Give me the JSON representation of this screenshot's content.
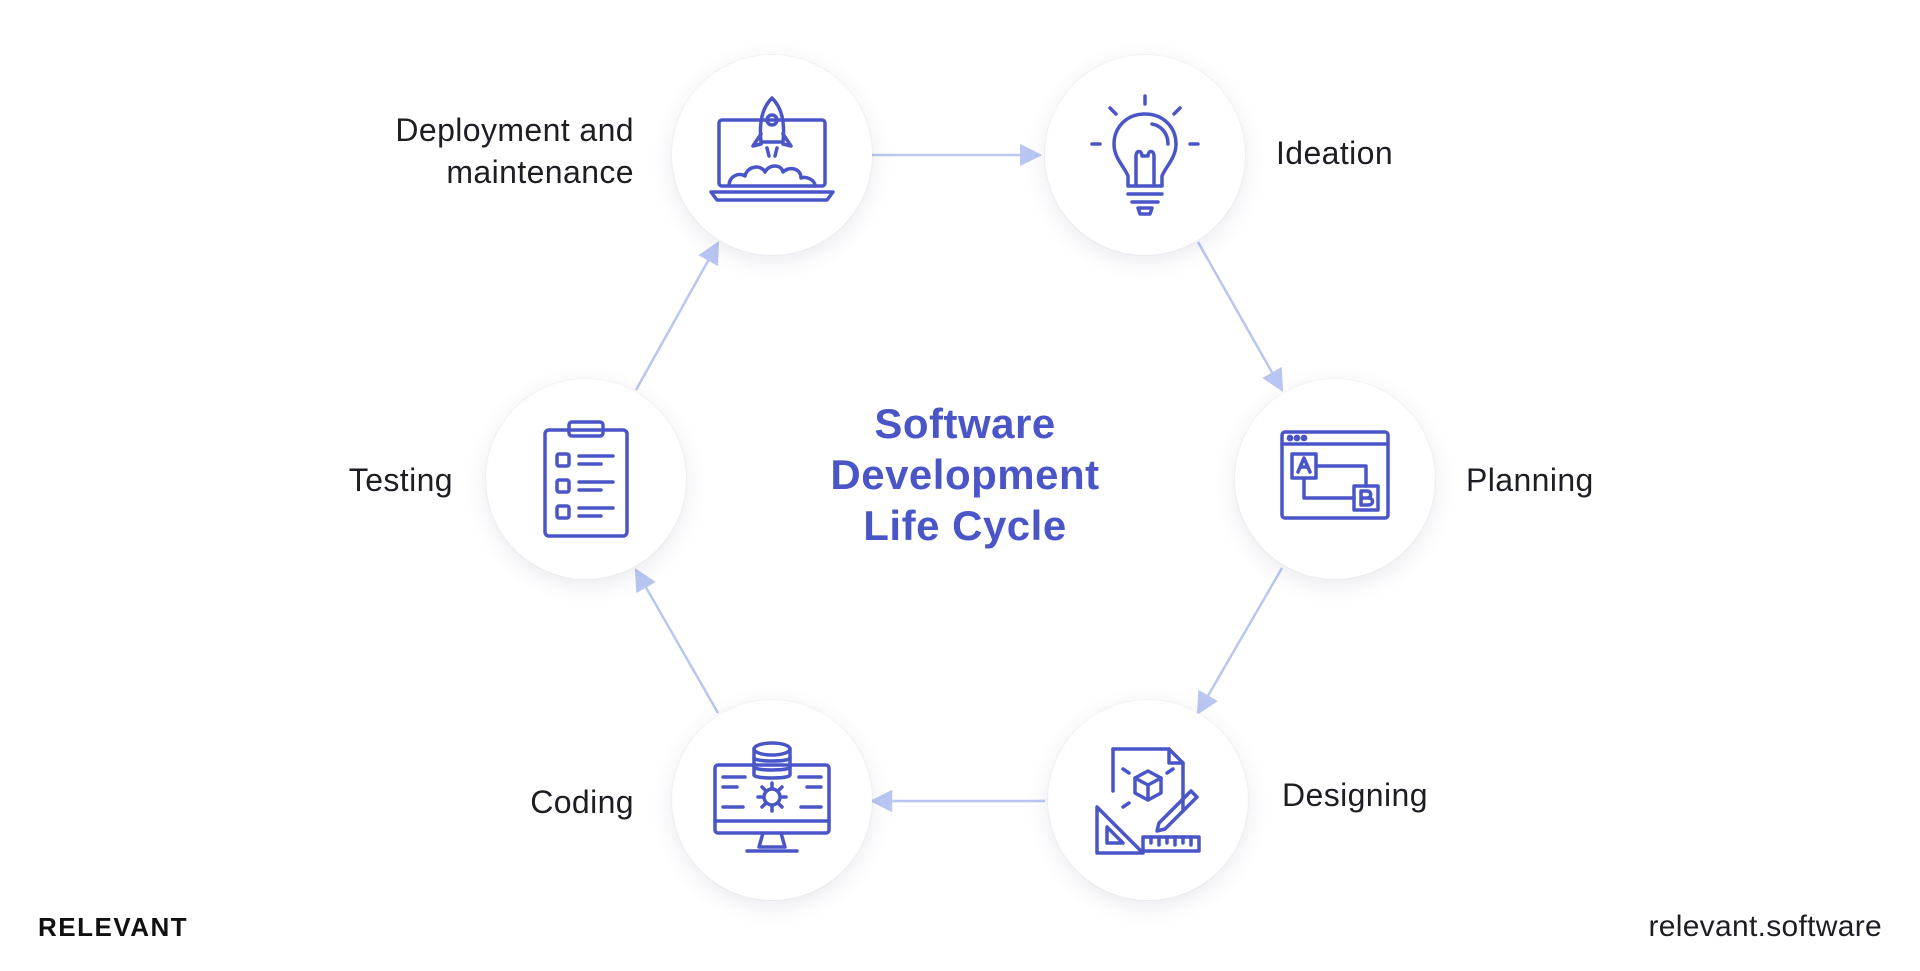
{
  "diagram": {
    "title_lines": [
      "Software",
      "Development",
      "Life Cycle"
    ],
    "accent_color": "#4a55c8",
    "connector_color": "#b9c6f2",
    "stages": [
      {
        "id": "ideation",
        "label_lines": [
          "Ideation"
        ],
        "icon": "lightbulb-icon"
      },
      {
        "id": "planning",
        "label_lines": [
          "Planning"
        ],
        "icon": "ab-flowchart-window-icon"
      },
      {
        "id": "designing",
        "label_lines": [
          "Designing"
        ],
        "icon": "design-tools-icon"
      },
      {
        "id": "coding",
        "label_lines": [
          "Coding"
        ],
        "icon": "monitor-database-gear-icon"
      },
      {
        "id": "testing",
        "label_lines": [
          "Testing"
        ],
        "icon": "clipboard-checklist-icon"
      },
      {
        "id": "deployment",
        "label_lines": [
          "Deployment and",
          "maintenance"
        ],
        "icon": "laptop-rocket-icon"
      }
    ]
  },
  "footer": {
    "brand": "RELEVANT",
    "site": "relevant.software"
  }
}
